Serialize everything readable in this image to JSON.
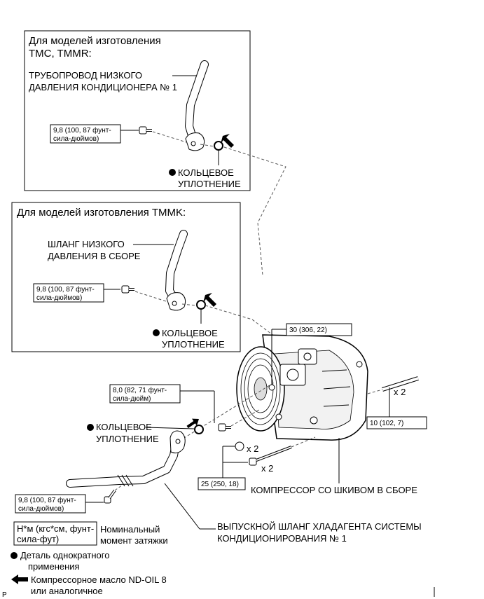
{
  "section_tmc": {
    "header_line1": "Для моделей изготовления",
    "header_line2": "TMC, TMMR:",
    "pipe_label_line1": "ТРУБОПРОВОД НИЗКОГО",
    "pipe_label_line2": "ДАВЛЕНИЯ КОНДИЦИОНЕРА № 1",
    "torque_line1": "9,8 (100, 87 фунт-",
    "torque_line2": "сила-дюймов)",
    "oring_line1": "КОЛЬЦЕВОЕ",
    "oring_line2": "УПЛОТНЕНИЕ"
  },
  "section_tmmk": {
    "header": "Для моделей изготовления TMMK:",
    "hose_label_line1": "ШЛАНГ НИЗКОГО",
    "hose_label_line2": "ДАВЛЕНИЯ В СБОРЕ",
    "torque_line1": "9,8 (100, 87 фунт-",
    "torque_line2": "сила-дюймов)",
    "oring_line1": "КОЛЬЦЕВОЕ",
    "oring_line2": "УПЛОТНЕНИЕ"
  },
  "main": {
    "torque_30": "30 (306, 22)",
    "torque_8_line1": "8,0 (82, 71 фунт-",
    "torque_8_line2": "сила-дюйм)",
    "oring_line1": "КОЛЬЦЕВОЕ",
    "oring_line2": "УПЛОТНЕНИЕ",
    "x2_stud": "x 2",
    "torque_10": "10 (102, 7)",
    "x2_nut": "x 2",
    "x2_bolt": "x 2",
    "torque_25": "25 (250, 18)",
    "compressor_label": "КОМПРЕССОР СО ШКИВОМ В СБОРЕ",
    "torque_98_line1": "9,8 (100, 87 фунт-",
    "torque_98_line2": "сила-дюймов)",
    "discharge_line1": "ВЫПУСКНОЙ ШЛАНГ ХЛАДАГЕНТА СИСТЕМЫ",
    "discharge_line2": "КОНДИЦИОНИРОВАНИЯ № 1"
  },
  "legend": {
    "unit_box_line1": "Н*м (кгс*см, фунт-",
    "unit_box_line2": "сила-фут)",
    "unit_desc_line1": "Номинальный",
    "unit_desc_line2": "момент затяжки",
    "single_use_line1": "Деталь однократного",
    "single_use_line2": "применения",
    "oil_line1": "Компрессорное масло ND-OIL 8",
    "oil_line2": "или аналогичное"
  },
  "footer_code": "P"
}
